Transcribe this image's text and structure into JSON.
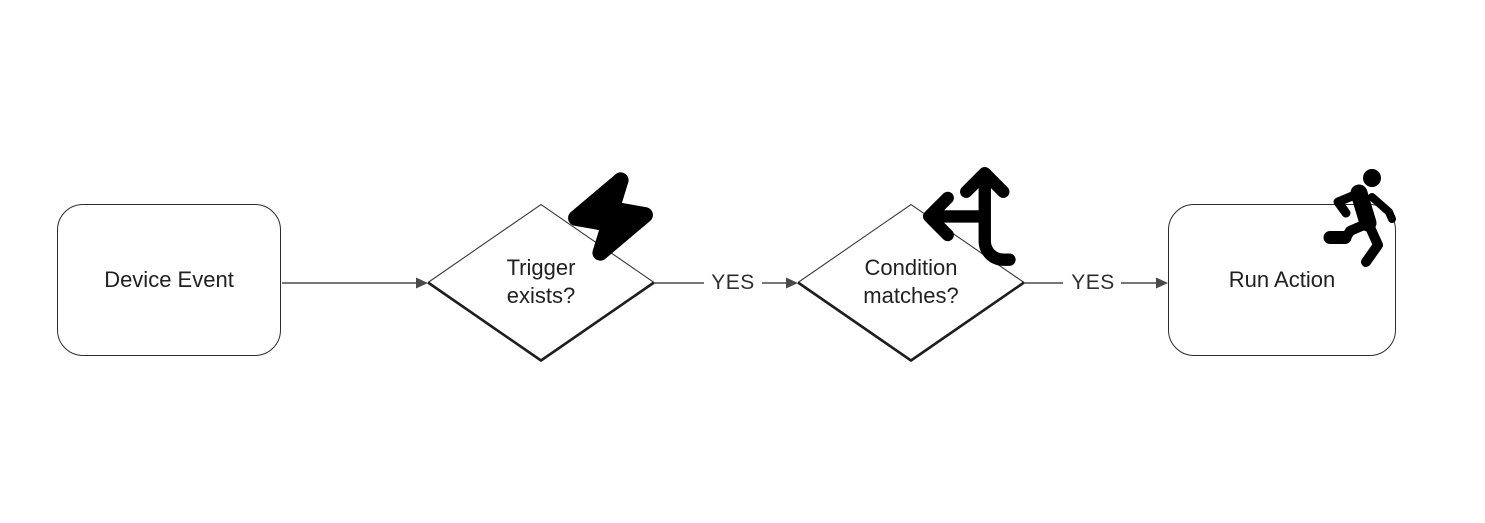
{
  "diagram": {
    "background": "#ffffff",
    "colors": {
      "node_border": "#2b2b2b",
      "connector": "#4a4a4a",
      "diamond_edge_thin": "#3a3a3a",
      "diamond_edge_thick": "#1e1e1e",
      "text": "#212121",
      "icon": "#000000"
    },
    "nodes": [
      {
        "id": "device-event",
        "shape": "rounded-rectangle",
        "label": "Device Event"
      },
      {
        "id": "trigger-exists",
        "shape": "diamond",
        "label": "Trigger\nexists?",
        "icon": "lightning-bolt-icon"
      },
      {
        "id": "condition-matches",
        "shape": "diamond",
        "label": "Condition\nmatches?",
        "icon": "split-arrows-icon"
      },
      {
        "id": "run-action",
        "shape": "rounded-rectangle",
        "label": "Run Action",
        "icon": "person-running-icon"
      }
    ],
    "edges": [
      {
        "from": "device-event",
        "to": "trigger-exists",
        "label": ""
      },
      {
        "from": "trigger-exists",
        "to": "condition-matches",
        "label": "YES"
      },
      {
        "from": "condition-matches",
        "to": "run-action",
        "label": "YES"
      }
    ]
  }
}
